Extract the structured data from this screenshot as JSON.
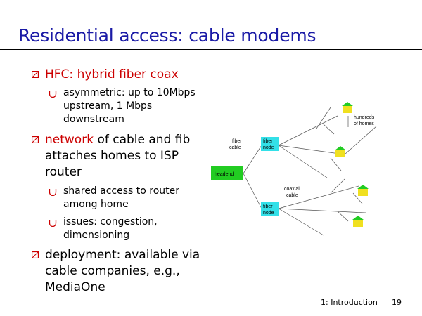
{
  "title": "Residential access: cable modems",
  "bullets": [
    {
      "text": "HFC: hybrid fiber coax",
      "subs": [
        "asymmetric: up to 10Mbps",
        "upstream, 1 Mbps",
        "downstream"
      ]
    },
    {
      "lines": [
        {
          "highlight": "network",
          "rest": " of cable and fib"
        },
        "attaches homes to ISP",
        "router"
      ],
      "subs": [
        [
          "shared access to router",
          "among home"
        ],
        [
          "issues: congestion,",
          "dimensioning"
        ]
      ]
    },
    {
      "lines": [
        "deployment: available via",
        "cable companies, e.g.,",
        "MediaOne"
      ]
    }
  ],
  "diagram": {
    "headend": "headend",
    "fiber_cable": [
      "fiber",
      "cable"
    ],
    "fiber_node": [
      "fiber",
      "node"
    ],
    "coaxial_cable": [
      "coaxial",
      "cable"
    ],
    "hundreds_of_homes": [
      "hundreds",
      "of homes"
    ]
  },
  "footer": {
    "section": "1: Introduction",
    "page": "19"
  },
  "colors": {
    "title": "#1a1aa6",
    "bullet_marker": "#cc0000",
    "highlight": "#cc0000",
    "headend": "#22cc22",
    "fiber_node": "#33e0e8",
    "home_roof": "#22cc22",
    "home_body": "#f0e020"
  }
}
